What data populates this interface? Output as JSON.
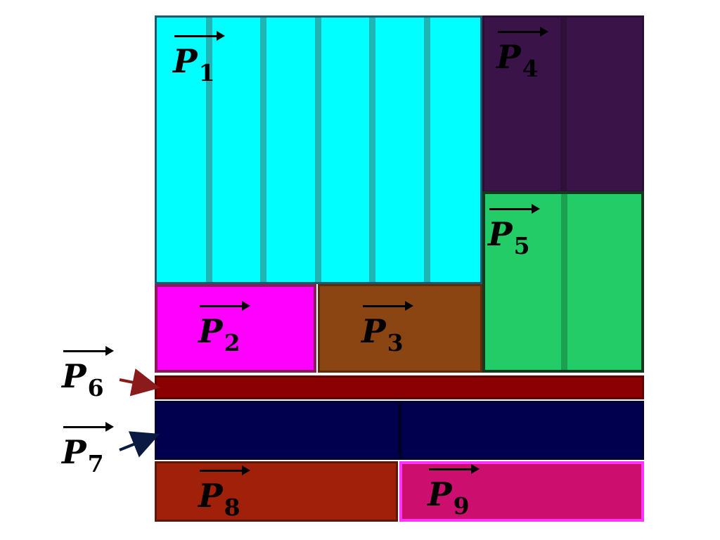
{
  "pieces": [
    {
      "id": "p1",
      "letter": "P",
      "sub": "1",
      "fill": "#00ffff",
      "border": "#1b5a6e",
      "stripe": "#1fb5b5"
    },
    {
      "id": "p2",
      "letter": "P",
      "sub": "2",
      "fill": "#ff00ff",
      "border": "#8a1a5e"
    },
    {
      "id": "p3",
      "letter": "P",
      "sub": "3",
      "fill": "#8b4513",
      "border": "#5a2e0a"
    },
    {
      "id": "p4",
      "letter": "P",
      "sub": "4",
      "fill": "#3a1448",
      "border": "#2a0e36",
      "stripe": "#2e1038"
    },
    {
      "id": "p5",
      "letter": "P",
      "sub": "5",
      "fill": "#22cc66",
      "border": "#143a1e",
      "stripe": "#1aa050"
    },
    {
      "id": "p6",
      "letter": "P",
      "sub": "6",
      "fill": "#8b0000",
      "border": "#5a0000",
      "arrow": "#8b1a1a"
    },
    {
      "id": "p7",
      "letter": "P",
      "sub": "7",
      "fill": "#00004f",
      "border": "#000030",
      "arrow": "#0a1a40"
    },
    {
      "id": "p8",
      "letter": "P",
      "sub": "8",
      "fill": "#a0200a",
      "border": "#5a1a0a"
    },
    {
      "id": "p9",
      "letter": "P",
      "sub": "9",
      "fill": "#cc0e6e",
      "border": "#ff33ff"
    }
  ]
}
